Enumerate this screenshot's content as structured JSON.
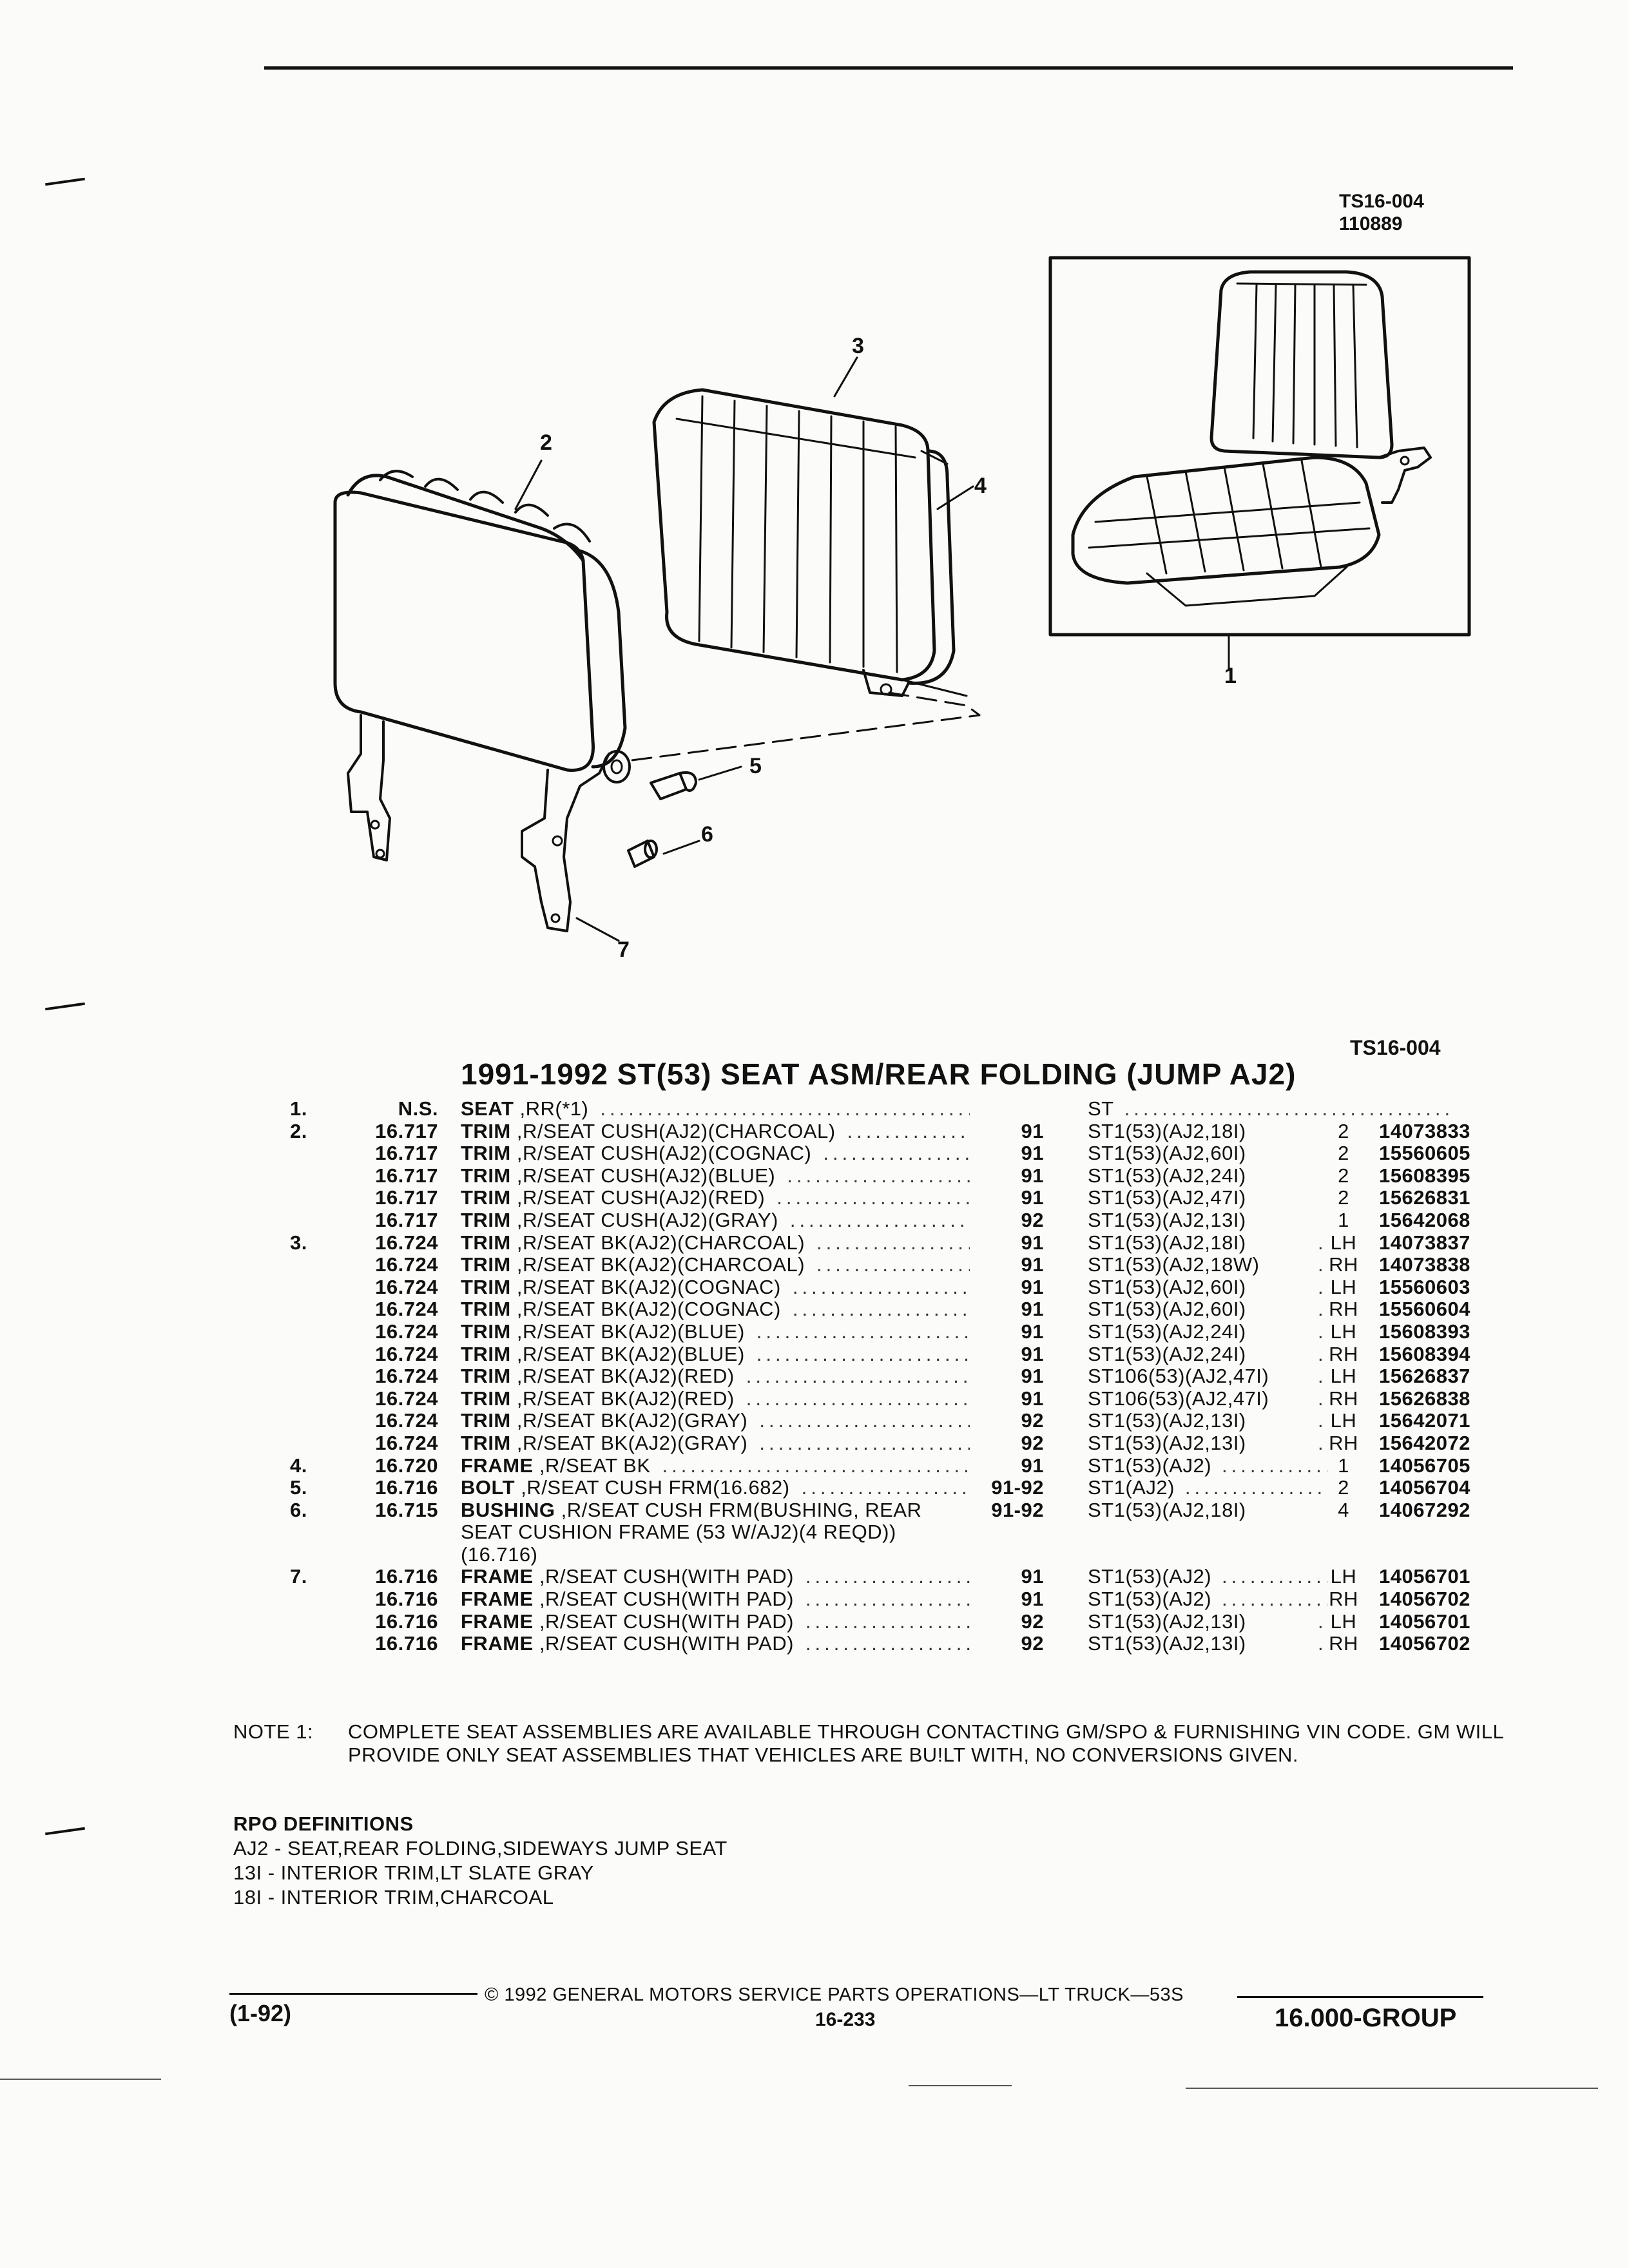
{
  "figure": {
    "code": "TS16-004",
    "number": "110889",
    "callouts": [
      "1",
      "2",
      "3",
      "4",
      "5",
      "6",
      "7"
    ],
    "bottom_code": "TS16-004"
  },
  "title": "1991-1992 ST(53) SEAT ASM/REAR FOLDING (JUMP AJ2)",
  "parts": [
    {
      "idx": "1.",
      "grp": "N.S.",
      "name": "SEAT",
      "desc": ",RR(*1)",
      "dots": true,
      "yr": "",
      "mdl": "ST",
      "mdl_dots": true,
      "qty": "",
      "pn": ""
    },
    {
      "idx": "2.",
      "grp": "16.717",
      "name": "TRIM",
      "desc": ",R/SEAT CUSH(AJ2)(CHARCOAL)",
      "dots": true,
      "yr": "91",
      "mdl": "ST1(53)(AJ2,18I)",
      "qty": "2",
      "pn": "14073833"
    },
    {
      "idx": "",
      "grp": "16.717",
      "name": "TRIM",
      "desc": ",R/SEAT CUSH(AJ2)(COGNAC)",
      "dots": true,
      "yr": "91",
      "mdl": "ST1(53)(AJ2,60I)",
      "qty": "2",
      "pn": "15560605"
    },
    {
      "idx": "",
      "grp": "16.717",
      "name": "TRIM",
      "desc": ",R/SEAT CUSH(AJ2)(BLUE)",
      "dots": true,
      "yr": "91",
      "mdl": "ST1(53)(AJ2,24I)",
      "qty": "2",
      "pn": "15608395"
    },
    {
      "idx": "",
      "grp": "16.717",
      "name": "TRIM",
      "desc": ",R/SEAT CUSH(AJ2)(RED)",
      "dots": true,
      "yr": "91",
      "mdl": "ST1(53)(AJ2,47I)",
      "qty": "2",
      "pn": "15626831"
    },
    {
      "idx": "",
      "grp": "16.717",
      "name": "TRIM",
      "desc": ",R/SEAT CUSH(AJ2)(GRAY)",
      "dots": true,
      "yr": "92",
      "mdl": "ST1(53)(AJ2,13I)",
      "qty": "1",
      "pn": "15642068"
    },
    {
      "idx": "3.",
      "grp": "16.724",
      "name": "TRIM",
      "desc": ",R/SEAT BK(AJ2)(CHARCOAL)",
      "dots": true,
      "yr": "91",
      "mdl": "ST1(53)(AJ2,18I)",
      "qty": "LH",
      "pn": "14073837"
    },
    {
      "idx": "",
      "grp": "16.724",
      "name": "TRIM",
      "desc": ",R/SEAT BK(AJ2)(CHARCOAL)",
      "dots": true,
      "yr": "91",
      "mdl": "ST1(53)(AJ2,18W)",
      "qty": "RH",
      "pn": "14073838"
    },
    {
      "idx": "",
      "grp": "16.724",
      "name": "TRIM",
      "desc": ",R/SEAT BK(AJ2)(COGNAC)",
      "dots": true,
      "yr": "91",
      "mdl": "ST1(53)(AJ2,60I)",
      "qty": "LH",
      "pn": "15560603"
    },
    {
      "idx": "",
      "grp": "16.724",
      "name": "TRIM",
      "desc": ",R/SEAT BK(AJ2)(COGNAC)",
      "dots": true,
      "yr": "91",
      "mdl": "ST1(53)(AJ2,60I)",
      "qty": "RH",
      "pn": "15560604"
    },
    {
      "idx": "",
      "grp": "16.724",
      "name": "TRIM",
      "desc": ",R/SEAT BK(AJ2)(BLUE)",
      "dots": true,
      "yr": "91",
      "mdl": "ST1(53)(AJ2,24I)",
      "qty": "LH",
      "pn": "15608393"
    },
    {
      "idx": "",
      "grp": "16.724",
      "name": "TRIM",
      "desc": ",R/SEAT BK(AJ2)(BLUE)",
      "dots": true,
      "yr": "91",
      "mdl": "ST1(53)(AJ2,24I)",
      "qty": "RH",
      "pn": "15608394"
    },
    {
      "idx": "",
      "grp": "16.724",
      "name": "TRIM",
      "desc": ",R/SEAT BK(AJ2)(RED)",
      "dots": true,
      "yr": "91",
      "mdl": "ST106(53)(AJ2,47I)",
      "qty": "LH",
      "pn": "15626837"
    },
    {
      "idx": "",
      "grp": "16.724",
      "name": "TRIM",
      "desc": ",R/SEAT BK(AJ2)(RED)",
      "dots": true,
      "yr": "91",
      "mdl": "ST106(53)(AJ2,47I)",
      "qty": "RH",
      "pn": "15626838"
    },
    {
      "idx": "",
      "grp": "16.724",
      "name": "TRIM",
      "desc": ",R/SEAT BK(AJ2)(GRAY)",
      "dots": true,
      "yr": "92",
      "mdl": "ST1(53)(AJ2,13I)",
      "qty": "LH",
      "pn": "15642071"
    },
    {
      "idx": "",
      "grp": "16.724",
      "name": "TRIM",
      "desc": ",R/SEAT BK(AJ2)(GRAY)",
      "dots": true,
      "yr": "92",
      "mdl": "ST1(53)(AJ2,13I)",
      "qty": "RH",
      "pn": "15642072"
    },
    {
      "idx": "4.",
      "grp": "16.720",
      "name": "FRAME",
      "desc": ",R/SEAT BK",
      "dots": true,
      "yr": "91",
      "mdl": "ST1(53)(AJ2)",
      "mdl_dots": true,
      "qty": "1",
      "pn": "14056705"
    },
    {
      "idx": "5.",
      "grp": "16.716",
      "name": "BOLT",
      "desc": ",R/SEAT CUSH FRM(16.682)",
      "dots": true,
      "yr": "91-92",
      "mdl": "ST1(AJ2)",
      "mdl_dots": true,
      "qty": "2",
      "pn": "14056704"
    },
    {
      "idx": "6.",
      "grp": "16.715",
      "name": "BUSHING",
      "desc": ",R/SEAT CUSH FRM(BUSHING, REAR",
      "dots": false,
      "yr": "91-92",
      "mdl": "ST1(53)(AJ2,18I)",
      "qty": "4",
      "pn": "14067292"
    },
    {
      "idx": "",
      "grp": "",
      "name": "",
      "desc": "SEAT CUSHION FRAME (53 W/AJ2)(4 REQD))",
      "dots": false,
      "yr": "",
      "mdl": "",
      "qty": "",
      "pn": ""
    },
    {
      "idx": "",
      "grp": "",
      "name": "",
      "desc": "(16.716)",
      "dots": false,
      "yr": "",
      "mdl": "",
      "qty": "",
      "pn": ""
    },
    {
      "idx": "7.",
      "grp": "16.716",
      "name": "FRAME",
      "desc": ",R/SEAT CUSH(WITH PAD)",
      "dots": true,
      "yr": "91",
      "mdl": "ST1(53)(AJ2)",
      "mdl_dots": true,
      "qty": "LH",
      "pn": "14056701"
    },
    {
      "idx": "",
      "grp": "16.716",
      "name": "FRAME",
      "desc": ",R/SEAT CUSH(WITH PAD)",
      "dots": true,
      "yr": "91",
      "mdl": "ST1(53)(AJ2)",
      "mdl_dots": true,
      "qty": "RH",
      "pn": "14056702"
    },
    {
      "idx": "",
      "grp": "16.716",
      "name": "FRAME",
      "desc": ",R/SEAT CUSH(WITH PAD)",
      "dots": true,
      "yr": "92",
      "mdl": "ST1(53)(AJ2,13I)",
      "qty": "LH",
      "pn": "14056701"
    },
    {
      "idx": "",
      "grp": "16.716",
      "name": "FRAME",
      "desc": ",R/SEAT CUSH(WITH PAD)",
      "dots": true,
      "yr": "92",
      "mdl": "ST1(53)(AJ2,13I)",
      "qty": "RH",
      "pn": "14056702"
    }
  ],
  "note": {
    "label": "NOTE  1:",
    "text": "COMPLETE SEAT ASSEMBLIES ARE AVAILABLE THROUGH CONTACTING GM/SPO & FURNISHING VIN CODE. GM WILL PROVIDE ONLY SEAT ASSEMBLIES THAT VEHICLES ARE BU!LT WITH, NO CONVERSIONS GIVEN."
  },
  "rpo": {
    "heading": "RPO DEFINITIONS",
    "items": [
      "AJ2 - SEAT,REAR FOLDING,SIDEWAYS JUMP SEAT",
      "13I - INTERIOR TRIM,LT SLATE GRAY",
      "18I - INTERIOR TRIM,CHARCOAL"
    ]
  },
  "footer": {
    "copyright": "© 1992 GENERAL MOTORS SERVICE PARTS OPERATIONS—LT TRUCK—53S",
    "revision": "(1-92)",
    "page": "16-233",
    "group": "16.000-GROUP"
  }
}
